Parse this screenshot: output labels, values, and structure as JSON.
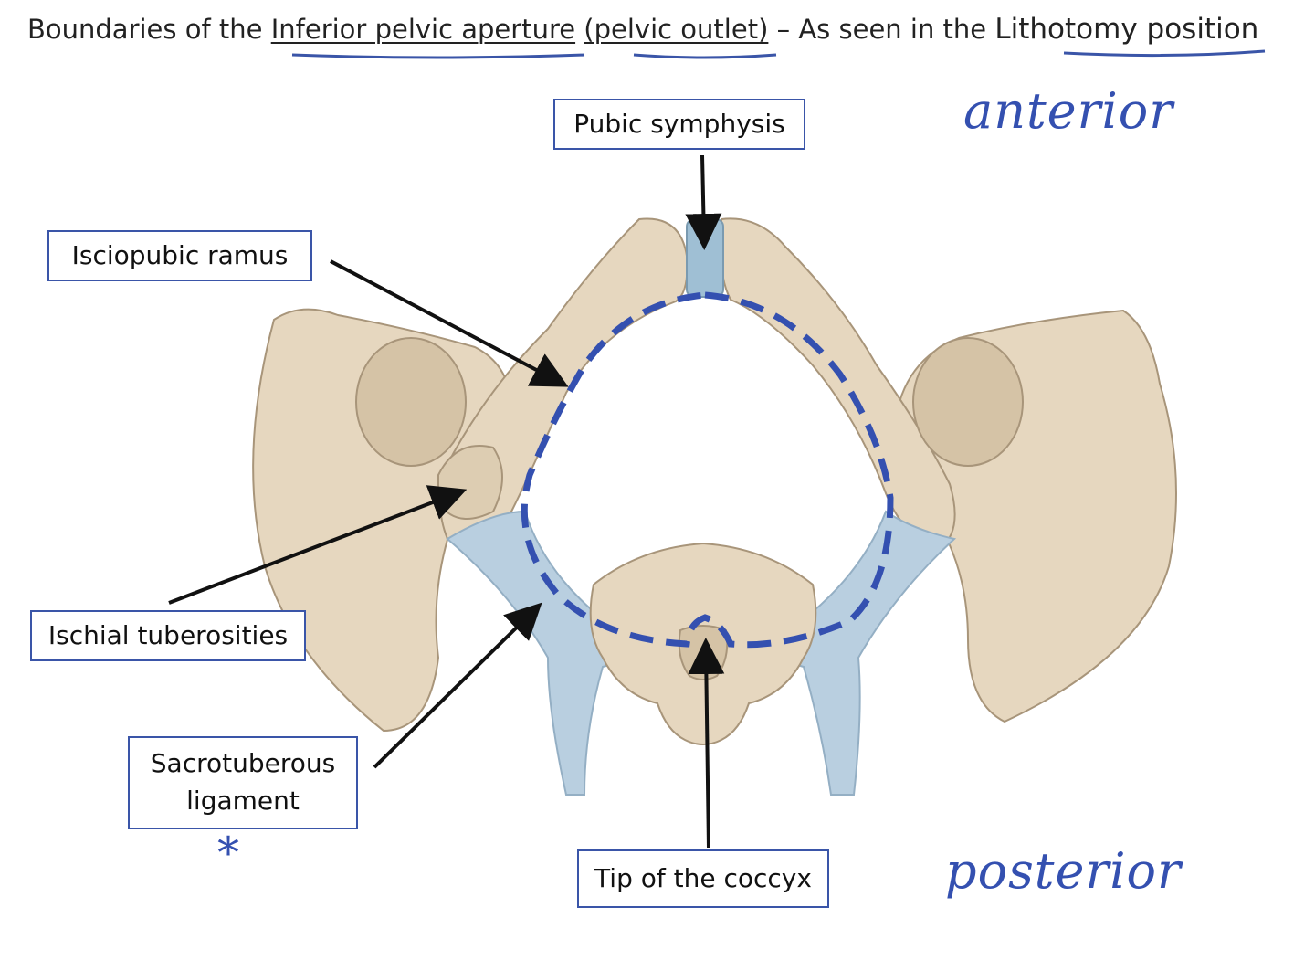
{
  "title": {
    "part1": "Boundaries of the ",
    "part2": "Inferior pelvic aperture",
    "part3": " ",
    "part4": "(pelvic outlet)",
    "part5": " – As seen in the ",
    "part6": "Lithotomy position"
  },
  "labels": {
    "pubic_symphysis": "Pubic symphysis",
    "isciopubic_ramus": "Isciopubic ramus",
    "ischial_tuberosities": "Ischial tuberosities",
    "sacrotuberous_line1": "Sacrotuberous",
    "sacrotuberous_line2": "ligament",
    "tip_of_coccyx": "Tip of the coccyx"
  },
  "annotations": {
    "anterior": "anterior",
    "posterior": "posterior",
    "asterisk": "*"
  },
  "colors": {
    "bone": "#e6d7bf",
    "bone_edge": "#a8957a",
    "ligament": "#b9cfe0",
    "annotation_blue": "#3a55a8",
    "outlet_outline": "#3450b0"
  }
}
